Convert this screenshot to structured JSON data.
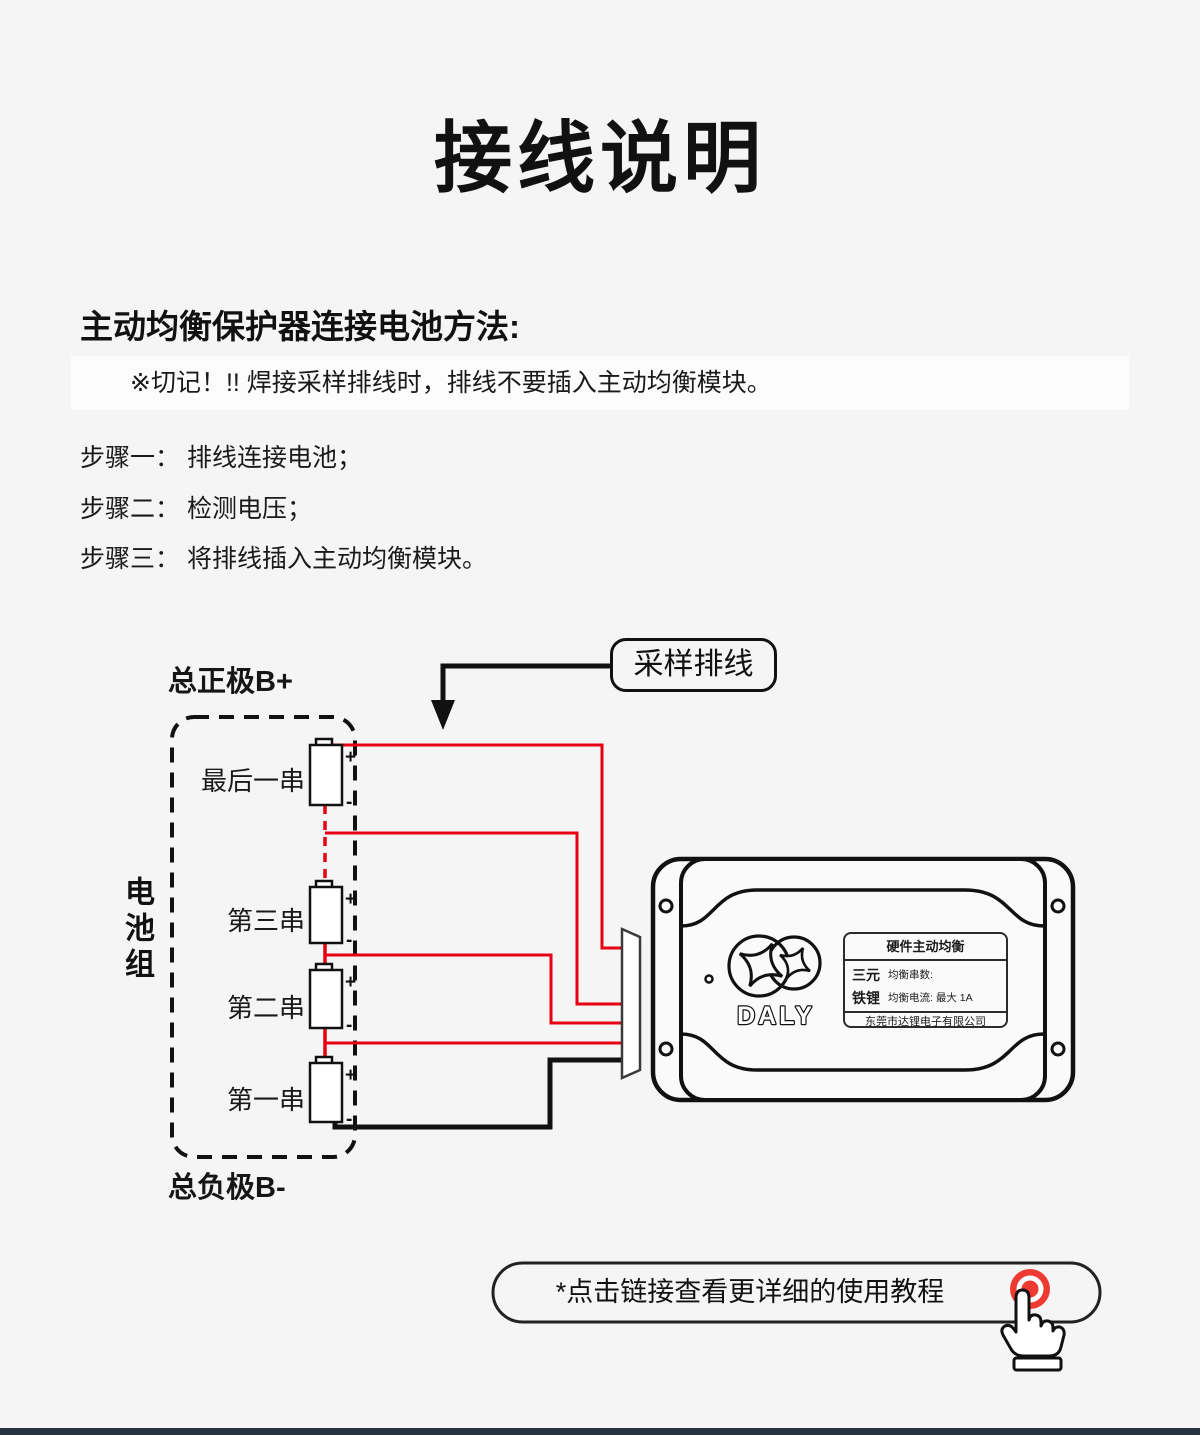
{
  "page": {
    "title": "接线说明",
    "background": "#f5f5f6",
    "bottom_bar_color": "#263340"
  },
  "intro": {
    "heading": "主动均衡保护器连接电池方法:",
    "warning": "※切记！!! 焊接采样排线时，排线不要插入主动均衡模块。",
    "steps": [
      "步骤一： 排线连接电池；",
      "步骤二： 检测电压；",
      "步骤三： 将排线插入主动均衡模块。"
    ]
  },
  "diagram": {
    "callout": "采样排线",
    "positive_label": "总正极B+",
    "negative_label": "总负极B-",
    "pack_label": "电池组",
    "plus": "+",
    "minus": "-",
    "batteries": [
      "最后一串",
      "第三串",
      "第二串",
      "第一串"
    ],
    "wire_red": "#e60012",
    "wire_black": "#111111",
    "module": {
      "brand": "DALY",
      "label_title": "硬件主动均衡",
      "row1_left": "三元",
      "row1_right": "均衡串数:",
      "row2_left": "铁锂",
      "row2_right": "均衡电流: 最大 1A",
      "company": "东莞市达锂电子有限公司"
    }
  },
  "footer": {
    "link_text": "*点击链接查看更详细的使用教程",
    "hand_icon_color": "#ee3a31"
  }
}
